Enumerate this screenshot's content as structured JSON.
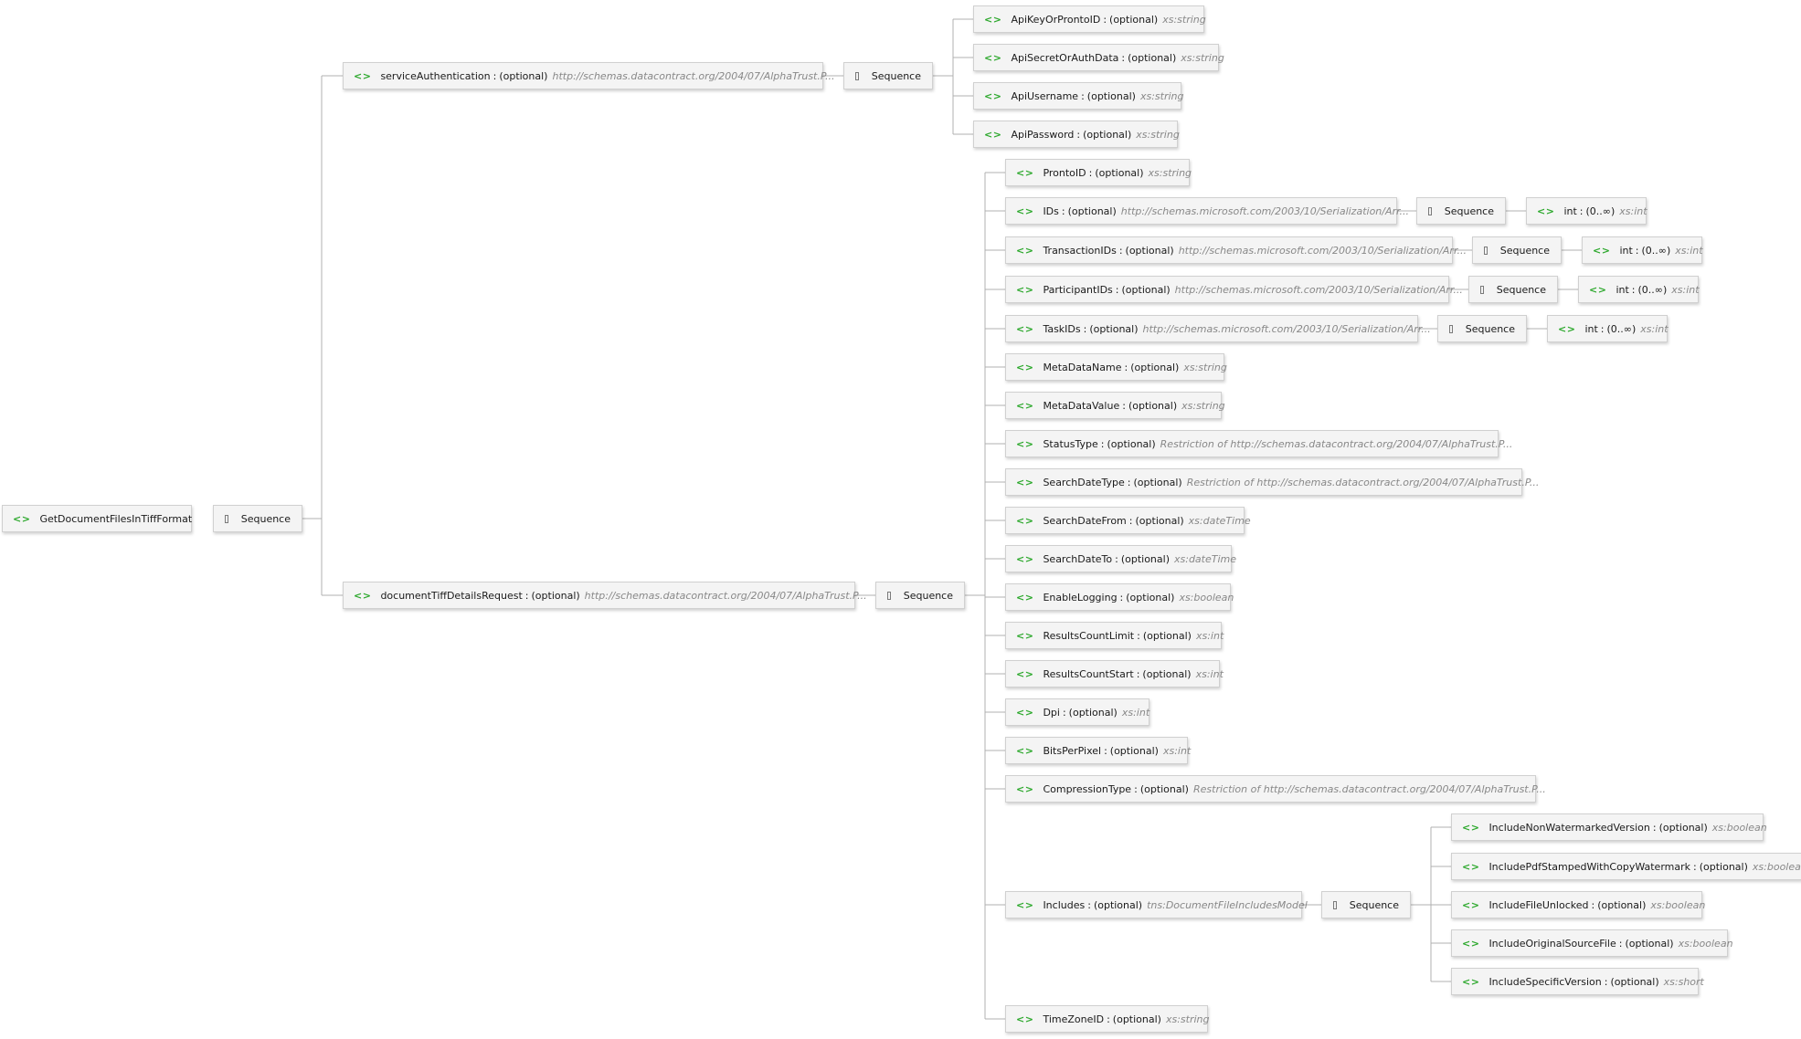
{
  "colors": {
    "element_icon": "#2ca82c",
    "type_text": "#888888",
    "connector": "#b0b0b0",
    "node_bg": "#f4f4f4"
  },
  "icons": {
    "element": "element-icon",
    "sequence": "sequence-icon"
  },
  "root": {
    "name": "GetDocumentFilesInTiffFormat",
    "icon_text": "<>"
  },
  "sequence_label": "Sequence",
  "service_auth": {
    "name": "serviceAuthentication",
    "sep": ":",
    "opt": "(optional)",
    "type": "http://schemas.datacontract.org/2004/07/AlphaTrust.P...",
    "children": [
      {
        "name": "ApiKeyOrProntoID",
        "opt": "(optional)",
        "type": "xs:string"
      },
      {
        "name": "ApiSecretOrAuthData",
        "opt": "(optional)",
        "type": "xs:string"
      },
      {
        "name": "ApiUsername",
        "opt": "(optional)",
        "type": "xs:string"
      },
      {
        "name": "ApiPassword",
        "opt": "(optional)",
        "type": "xs:string"
      }
    ]
  },
  "details": {
    "name": "documentTiffDetailsRequest",
    "sep": ":",
    "opt": "(optional)",
    "type": "http://schemas.datacontract.org/2004/07/AlphaTrust.P...",
    "children": [
      {
        "name": "ProntoID",
        "opt": "(optional)",
        "type": "xs:string"
      },
      {
        "name": "IDs",
        "opt": "(optional)",
        "type": "http://schemas.microsoft.com/2003/10/Serialization/Arr...",
        "sub": {
          "name": "int",
          "opt": "(0..∞)",
          "type": "xs:int"
        }
      },
      {
        "name": "TransactionIDs",
        "opt": "(optional)",
        "type": "http://schemas.microsoft.com/2003/10/Serialization/Arr...",
        "sub": {
          "name": "int",
          "opt": "(0..∞)",
          "type": "xs:int"
        }
      },
      {
        "name": "ParticipantIDs",
        "opt": "(optional)",
        "type": "http://schemas.microsoft.com/2003/10/Serialization/Arr...",
        "sub": {
          "name": "int",
          "opt": "(0..∞)",
          "type": "xs:int"
        }
      },
      {
        "name": "TaskIDs",
        "opt": "(optional)",
        "type": "http://schemas.microsoft.com/2003/10/Serialization/Arr...",
        "sub": {
          "name": "int",
          "opt": "(0..∞)",
          "type": "xs:int"
        }
      },
      {
        "name": "MetaDataName",
        "opt": "(optional)",
        "type": "xs:string"
      },
      {
        "name": "MetaDataValue",
        "opt": "(optional)",
        "type": "xs:string"
      },
      {
        "name": "StatusType",
        "opt": "(optional)",
        "type": "Restriction of http://schemas.datacontract.org/2004/07/AlphaTrust.P..."
      },
      {
        "name": "SearchDateType",
        "opt": "(optional)",
        "type": "Restriction of http://schemas.datacontract.org/2004/07/AlphaTrust.P..."
      },
      {
        "name": "SearchDateFrom",
        "opt": "(optional)",
        "type": "xs:dateTime"
      },
      {
        "name": "SearchDateTo",
        "opt": "(optional)",
        "type": "xs:dateTime"
      },
      {
        "name": "EnableLogging",
        "opt": "(optional)",
        "type": "xs:boolean"
      },
      {
        "name": "ResultsCountLimit",
        "opt": "(optional)",
        "type": "xs:int"
      },
      {
        "name": "ResultsCountStart",
        "opt": "(optional)",
        "type": "xs:int"
      },
      {
        "name": "Dpi",
        "opt": "(optional)",
        "type": "xs:int"
      },
      {
        "name": "BitsPerPixel",
        "opt": "(optional)",
        "type": "xs:int"
      },
      {
        "name": "CompressionType",
        "opt": "(optional)",
        "type": "Restriction of http://schemas.datacontract.org/2004/07/AlphaTrust.P..."
      },
      {
        "name": "Includes",
        "opt": "(optional)",
        "type": "tns:DocumentFileIncludesModel"
      },
      {
        "name": "TimeZoneID",
        "opt": "(optional)",
        "type": "xs:string"
      }
    ]
  },
  "includes_children": [
    {
      "name": "IncludeNonWatermarkedVersion",
      "opt": "(optional)",
      "type": "xs:boolean"
    },
    {
      "name": "IncludePdfStampedWithCopyWatermark",
      "opt": "(optional)",
      "type": "xs:boolean"
    },
    {
      "name": "IncludeFileUnlocked",
      "opt": "(optional)",
      "type": "xs:boolean"
    },
    {
      "name": "IncludeOriginalSourceFile",
      "opt": "(optional)",
      "type": "xs:boolean"
    },
    {
      "name": "IncludeSpecificVersion",
      "opt": "(optional)",
      "type": "xs:short"
    }
  ]
}
